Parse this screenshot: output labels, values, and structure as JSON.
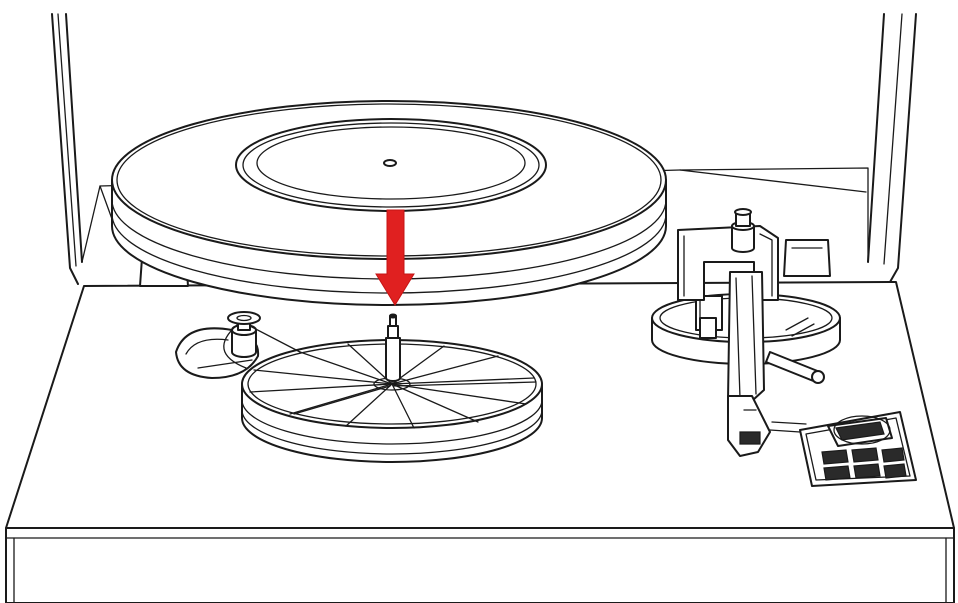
{
  "diagram": {
    "kind": "turntable-platter-installation",
    "parts": [
      "dust-cover",
      "platter",
      "plinth",
      "sub-platter",
      "spindle",
      "belt-pulley",
      "tonearm",
      "cartridge",
      "control-panel"
    ],
    "arrow": {
      "direction": "down",
      "color": "#e02020"
    },
    "colors": {
      "line": "#1a1a1a",
      "background": "#ffffff",
      "arrow": "#e02020"
    }
  }
}
